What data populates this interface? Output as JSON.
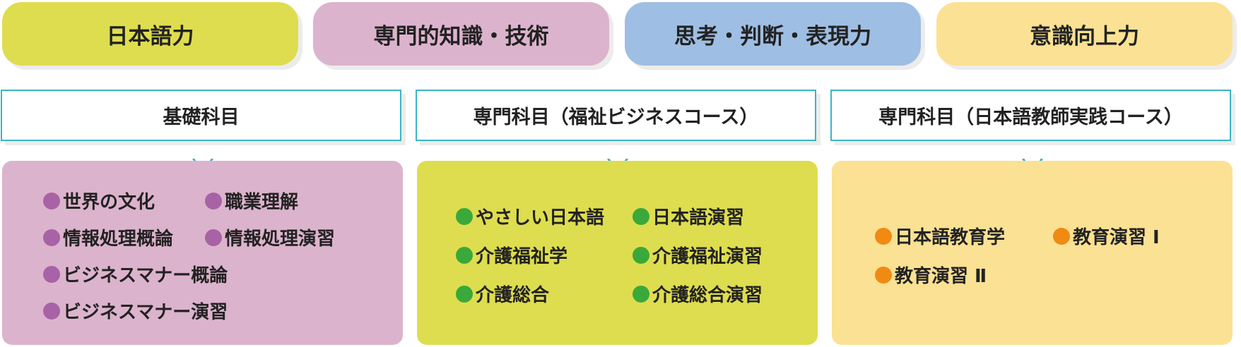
{
  "colors": {
    "yellow_green": "#dedd4f",
    "pink": "#dcb3cc",
    "blue": "#9fbee3",
    "light_yellow": "#fbe193",
    "frame": "#3ab5c7",
    "dot_purple": "#a862a6",
    "dot_green": "#3aa93a",
    "dot_orange": "#f08a13"
  },
  "abilities": [
    "日本語力",
    "専門的知識・技術",
    "思考・判断・表現力",
    "意識向上力"
  ],
  "categories": [
    {
      "title": "基礎科目",
      "items": [
        "世界の文化",
        "職業理解",
        "情報処理概論",
        "情報処理演習",
        "ビジネスマナー概論",
        "ビジネスマナー演習"
      ]
    },
    {
      "title": "専門科目（福祉ビジネスコース）",
      "items": [
        "やさしい日本語",
        "日本語演習",
        "介護福祉学",
        "介護福祉演習",
        "介護総合",
        "介護総合演習"
      ]
    },
    {
      "title": "専門科目（日本語教師実践コース）",
      "items": [
        "日本語教育学",
        "教育演習 Ⅰ",
        "教育演習 Ⅱ"
      ]
    }
  ]
}
